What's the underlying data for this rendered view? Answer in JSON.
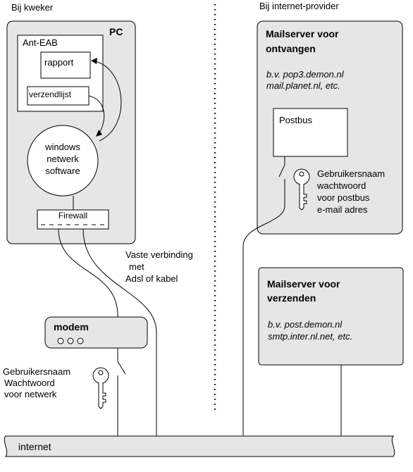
{
  "header": {
    "left_title": "Bij kweker",
    "right_title": "Bij internet-provider"
  },
  "pc": {
    "title": "PC",
    "app_name": "Ant-EAB",
    "report_label": "rapport",
    "mailing_list_label": "verzendlijst",
    "network_software": [
      "windows",
      "netwerk",
      "software"
    ],
    "firewall_label": "Firewall"
  },
  "connection": {
    "label": [
      "Vaste verbinding",
      "met",
      "Adsl of kabel"
    ]
  },
  "modem": {
    "title": "modem",
    "credentials": [
      "Gebruikersnaam",
      "Wachtwoord",
      "voor netwerk"
    ]
  },
  "receive_server": {
    "title": [
      "Mailserver voor",
      "ontvangen"
    ],
    "examples": [
      "b.v. pop3.demon.nl",
      "mail.planet.nl, etc."
    ],
    "mailbox_label": "Postbus",
    "credentials": [
      "Gebruikersnaam",
      "wachtwoord",
      "voor postbus",
      "e-mail adres"
    ]
  },
  "send_server": {
    "title": [
      "Mailserver voor",
      "verzenden"
    ],
    "examples": [
      "b.v. post.demon.nl",
      "smtp.inter.nl.net, etc."
    ]
  },
  "internet": {
    "label": "internet"
  },
  "colors": {
    "box_fill": "#e6e6e6",
    "line": "#000000",
    "background": "#ffffff"
  }
}
